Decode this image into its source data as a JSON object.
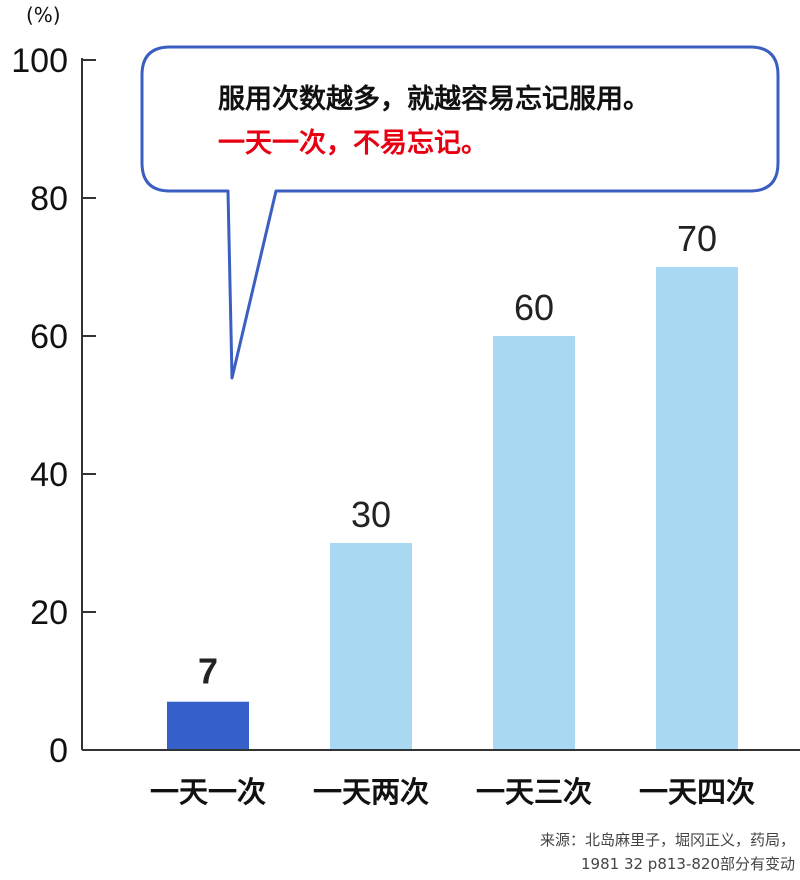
{
  "chart_data": {
    "type": "bar",
    "unit_label": "(%)",
    "categories": [
      "一天一次",
      "一天两次",
      "一天三次",
      "一天四次"
    ],
    "values": [
      7,
      30,
      60,
      70
    ],
    "ylim": [
      0,
      100
    ],
    "yticks": [
      0,
      20,
      40,
      60,
      80,
      100
    ],
    "highlight_index": 0,
    "grid": false,
    "colors": {
      "highlight_bar": "#3560c9",
      "bar": "#a9d8f3",
      "highlight_text": "#e60012",
      "axis": "#333333",
      "bubble_border": "#3a5fc0"
    }
  },
  "callout": {
    "line1": "服用次数越多，就越容易忘记服用。",
    "line2": "一天一次，不易忘记。"
  },
  "source": {
    "line1": "来源：北岛麻里子，堀冈正义，药局，",
    "line2": "1981 32 p813-820部分有变动"
  }
}
